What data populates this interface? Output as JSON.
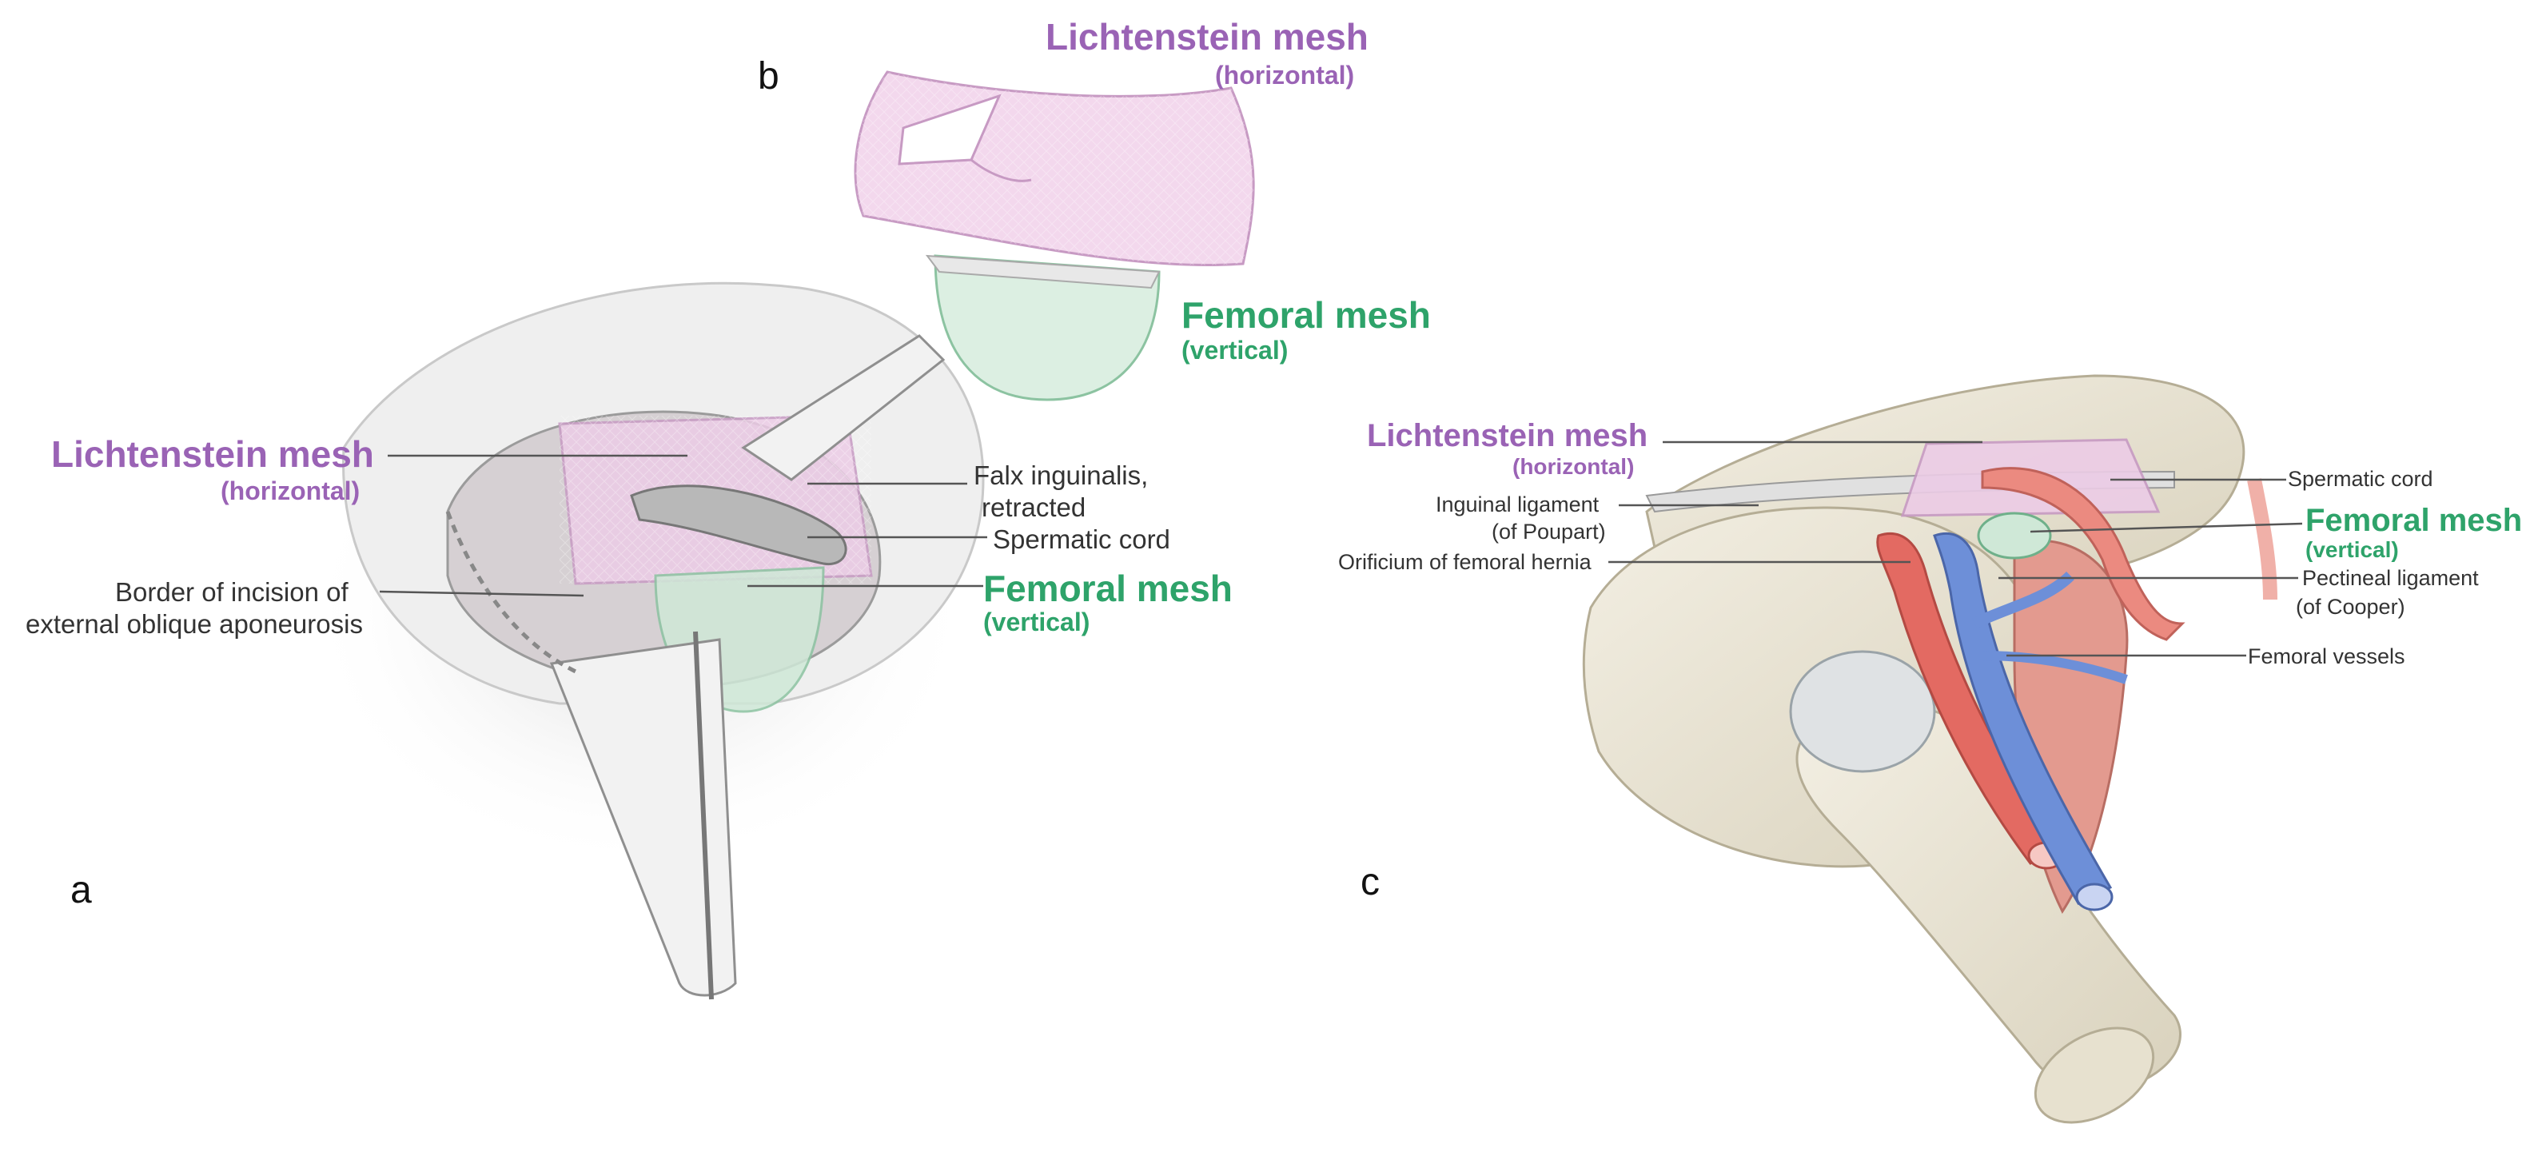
{
  "colors": {
    "lichtenstein": "#9a63b5",
    "femoral": "#2ea36a",
    "artery": "#e36a62",
    "vein": "#6d8fd8",
    "bone": "#ece6d4",
    "leader": "#555555"
  },
  "panels": {
    "a": "a",
    "b": "b",
    "c": "c"
  },
  "panel_a": {
    "lichtenstein_title": "Lichtenstein mesh",
    "lichtenstein_sub": "(horizontal)",
    "femoral_title": "Femoral mesh",
    "femoral_sub": "(vertical)",
    "falx_1": "Falx inguinalis,",
    "falx_2": "retracted",
    "spermatic": "Spermatic cord",
    "border_1": "Border of incision of",
    "border_2": "external oblique aponeurosis"
  },
  "panel_b": {
    "lichtenstein_title": "Lichtenstein mesh",
    "lichtenstein_sub": "(horizontal)",
    "femoral_title": "Femoral mesh",
    "femoral_sub": "(vertical)"
  },
  "panel_c": {
    "lichtenstein_title": "Lichtenstein mesh",
    "lichtenstein_sub": "(horizontal)",
    "femoral_title": "Femoral mesh",
    "femoral_sub": "(vertical)",
    "inguinal_1": "Inguinal ligament",
    "inguinal_2": "(of Poupart)",
    "orificium": "Orificium of femoral hernia",
    "spermatic": "Spermatic cord",
    "pectineal_1": "Pectineal ligament",
    "pectineal_2": "(of Cooper)",
    "femoral_vessels": "Femoral vessels"
  }
}
